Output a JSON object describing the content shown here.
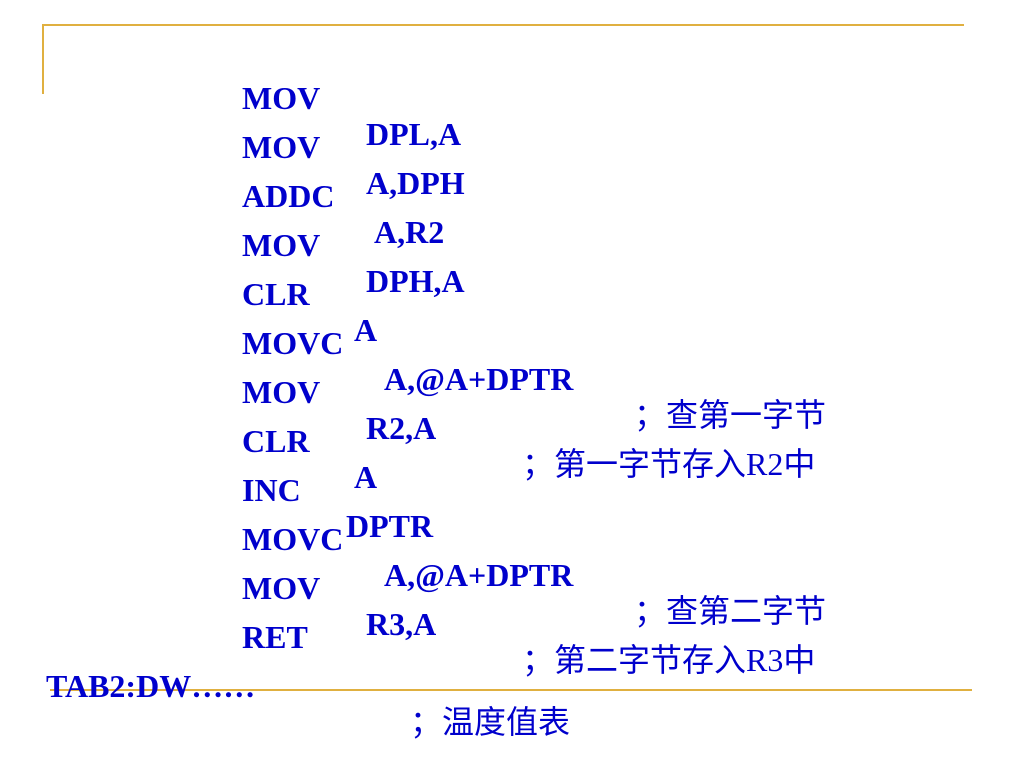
{
  "colors": {
    "text": "#0000cc",
    "rule": "#e0b040",
    "background": "#ffffff"
  },
  "lines": [
    {
      "op": "MOV",
      "arg": "DPL,A",
      "comment": ""
    },
    {
      "op": "MOV",
      "arg": "A,DPH",
      "comment": ""
    },
    {
      "op": "ADDC",
      "arg": "A,R2",
      "comment": ""
    },
    {
      "op": "MOV",
      "arg": "DPH,A",
      "comment": ""
    },
    {
      "op": "CLR",
      "arg": "A",
      "comment": ""
    },
    {
      "op": "MOVC",
      "arg": "A,@A+DPTR",
      "comment": "；查第一字节"
    },
    {
      "op": "MOV",
      "arg": "R2,A",
      "comment": "；第一字节存入R2中"
    },
    {
      "op": "CLR",
      "arg": "A",
      "comment": ""
    },
    {
      "op": "INC",
      "arg": "DPTR",
      "comment": ""
    },
    {
      "op": "MOVC",
      "arg": "A,@A+DPTR",
      "comment": "；查第二字节"
    },
    {
      "op": "MOV",
      "arg": "R3,A",
      "comment": "；第二字节存入R3中"
    },
    {
      "op": "RET",
      "arg": "",
      "comment": ""
    }
  ],
  "table_line": {
    "label": "TAB2:DW……",
    "comment": "；温度值表"
  }
}
